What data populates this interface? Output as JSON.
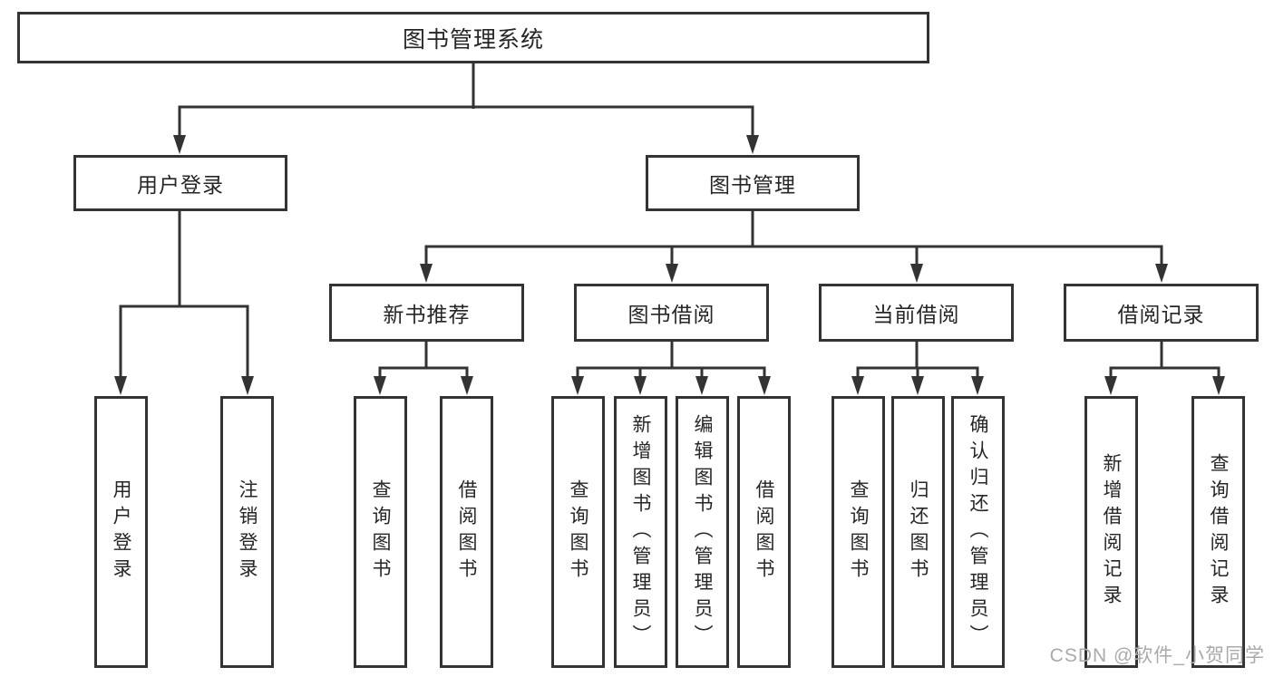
{
  "tree": {
    "label": "图书管理系统",
    "children": [
      {
        "label": "用户登录",
        "children": [
          {
            "label": "用户登录"
          },
          {
            "label": "注销登录"
          }
        ]
      },
      {
        "label": "图书管理",
        "children": [
          {
            "label": "新书推荐",
            "children": [
              {
                "label": "查询图书"
              },
              {
                "label": "借阅图书"
              }
            ]
          },
          {
            "label": "图书借阅",
            "children": [
              {
                "label": "查询图书"
              },
              {
                "label": "新增图书（管理员）"
              },
              {
                "label": "编辑图书（管理员）"
              },
              {
                "label": "借阅图书"
              }
            ]
          },
          {
            "label": "当前借阅",
            "children": [
              {
                "label": "查询图书"
              },
              {
                "label": "归还图书"
              },
              {
                "label": "确认归还（管理员）"
              }
            ]
          },
          {
            "label": "借阅记录",
            "children": [
              {
                "label": "新增借阅记录"
              },
              {
                "label": "查询借阅记录"
              }
            ]
          }
        ]
      }
    ]
  },
  "watermark": {
    "text": "CSDN @软件_小贺同学"
  },
  "colors": {
    "line": "#333333",
    "text": "#262626",
    "watermark": "#aaaaaa",
    "bg": "#ffffff"
  }
}
